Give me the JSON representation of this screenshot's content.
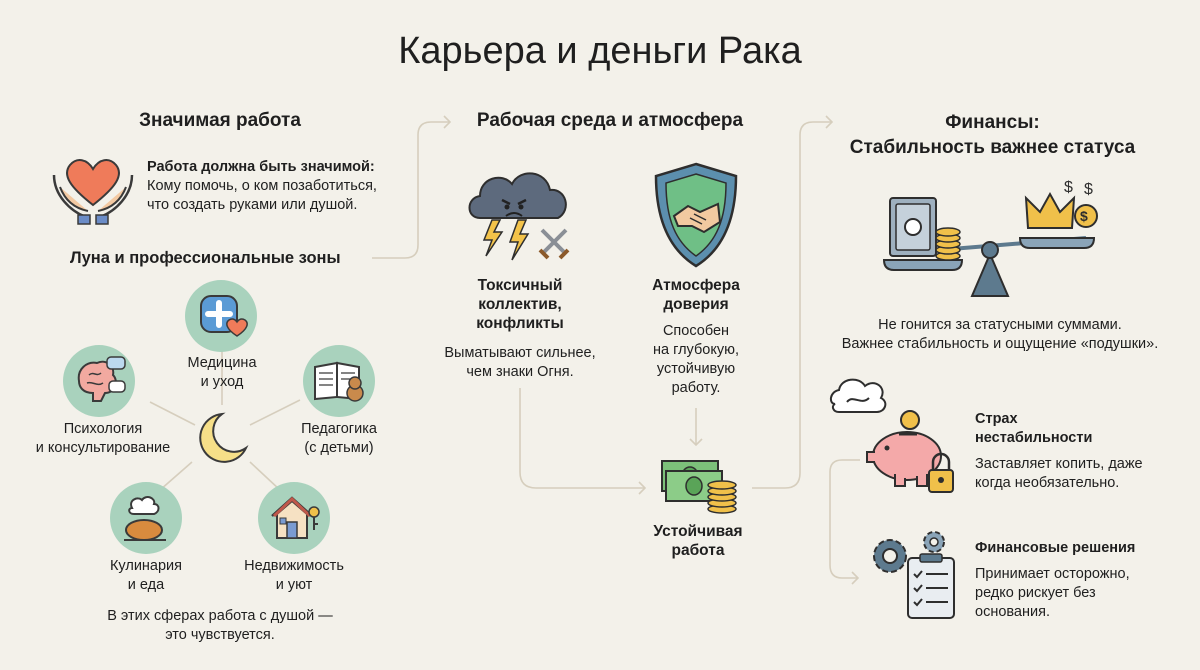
{
  "title": "Карьера и деньги Рака",
  "col1": {
    "heading": "Значимая работа",
    "meaningful_bold": "Работа должна быть значимой:",
    "meaningful_text1": "Кому помочь, о ком позаботиться,",
    "meaningful_text2": "что создать руками или душой.",
    "moon_heading": "Луна и профессиональные зоны",
    "zones": {
      "medicine": [
        "Медицина",
        "и уход"
      ],
      "pedagogy": [
        "Педагогика",
        "(с детьми)"
      ],
      "psychology": [
        "Психология",
        "и консультирование"
      ],
      "cooking": [
        "Кулинария",
        "и еда"
      ],
      "realty": [
        "Недвижимость",
        "и уют"
      ]
    },
    "footer1": "В этих сферах работа с душой —",
    "footer2": "это чувствуется."
  },
  "col2": {
    "heading": "Рабочая среда и атмосфера",
    "toxic_title": [
      "Токсичный",
      "коллектив,",
      "конфликты"
    ],
    "toxic_text": [
      "Выматывают сильнее,",
      "чем знаки Огня."
    ],
    "trust_title": [
      "Атмосфера",
      "доверия"
    ],
    "trust_text": [
      "Способен",
      "на глубокую,",
      "устойчивую",
      "работу."
    ],
    "stable_title": [
      "Устойчивая",
      "работа"
    ]
  },
  "col3": {
    "heading": [
      "Финансы:",
      "Стабильность важнее статуса"
    ],
    "scale_text": [
      "Не гонится за статусными суммами.",
      "Важнее стабильность и ощущение «подушки»."
    ],
    "fear_title": [
      "Страх",
      "нестабильности"
    ],
    "fear_text": [
      "Заставляет копить, даже",
      "когда необязательно."
    ],
    "decisions_title": "Финансовые решения",
    "decisions_text": [
      "Принимает осторожно,",
      "редко рискует без",
      "основания."
    ]
  },
  "colors": {
    "accent_green": "#a9d2bd",
    "coin": "#f0c04a",
    "heart": "#ef7b5a",
    "line": "#d9d2c2"
  }
}
